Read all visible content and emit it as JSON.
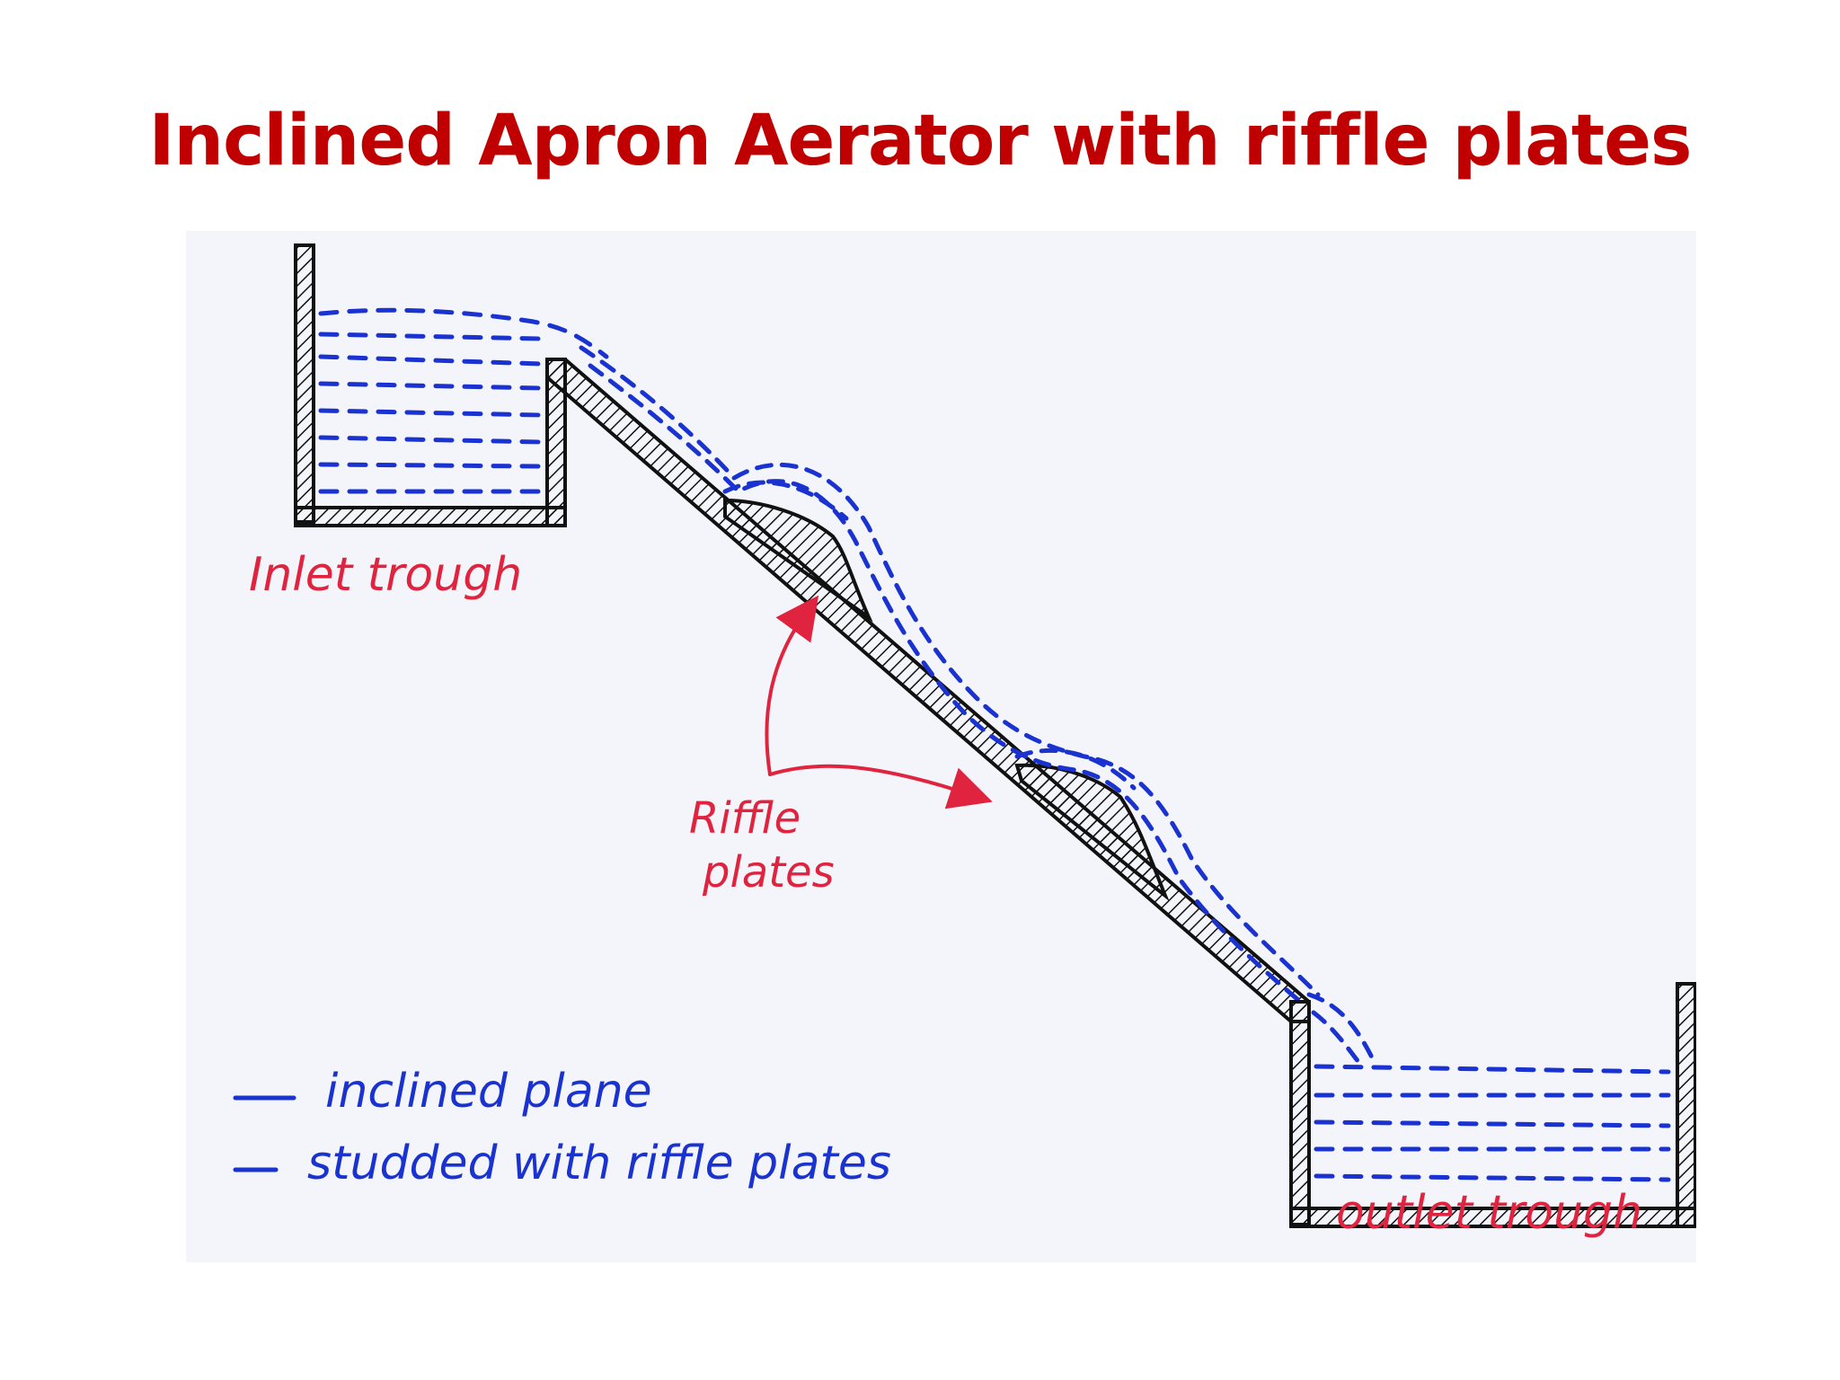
{
  "slide": {
    "title": "Inclined Apron Aerator with riffle plates"
  },
  "diagram": {
    "labels": {
      "inlet": "Inlet trough",
      "riffle_line1": "Riffle",
      "riffle_line2": "plates",
      "outlet": "outlet trough"
    },
    "notes": [
      "inclined plane",
      "studded with riffle plates"
    ],
    "colors": {
      "title": "#c00000",
      "structure": "#111111",
      "water": "#1a33d0",
      "annotation": "#e0243f",
      "background": "#f4f5fb"
    }
  }
}
